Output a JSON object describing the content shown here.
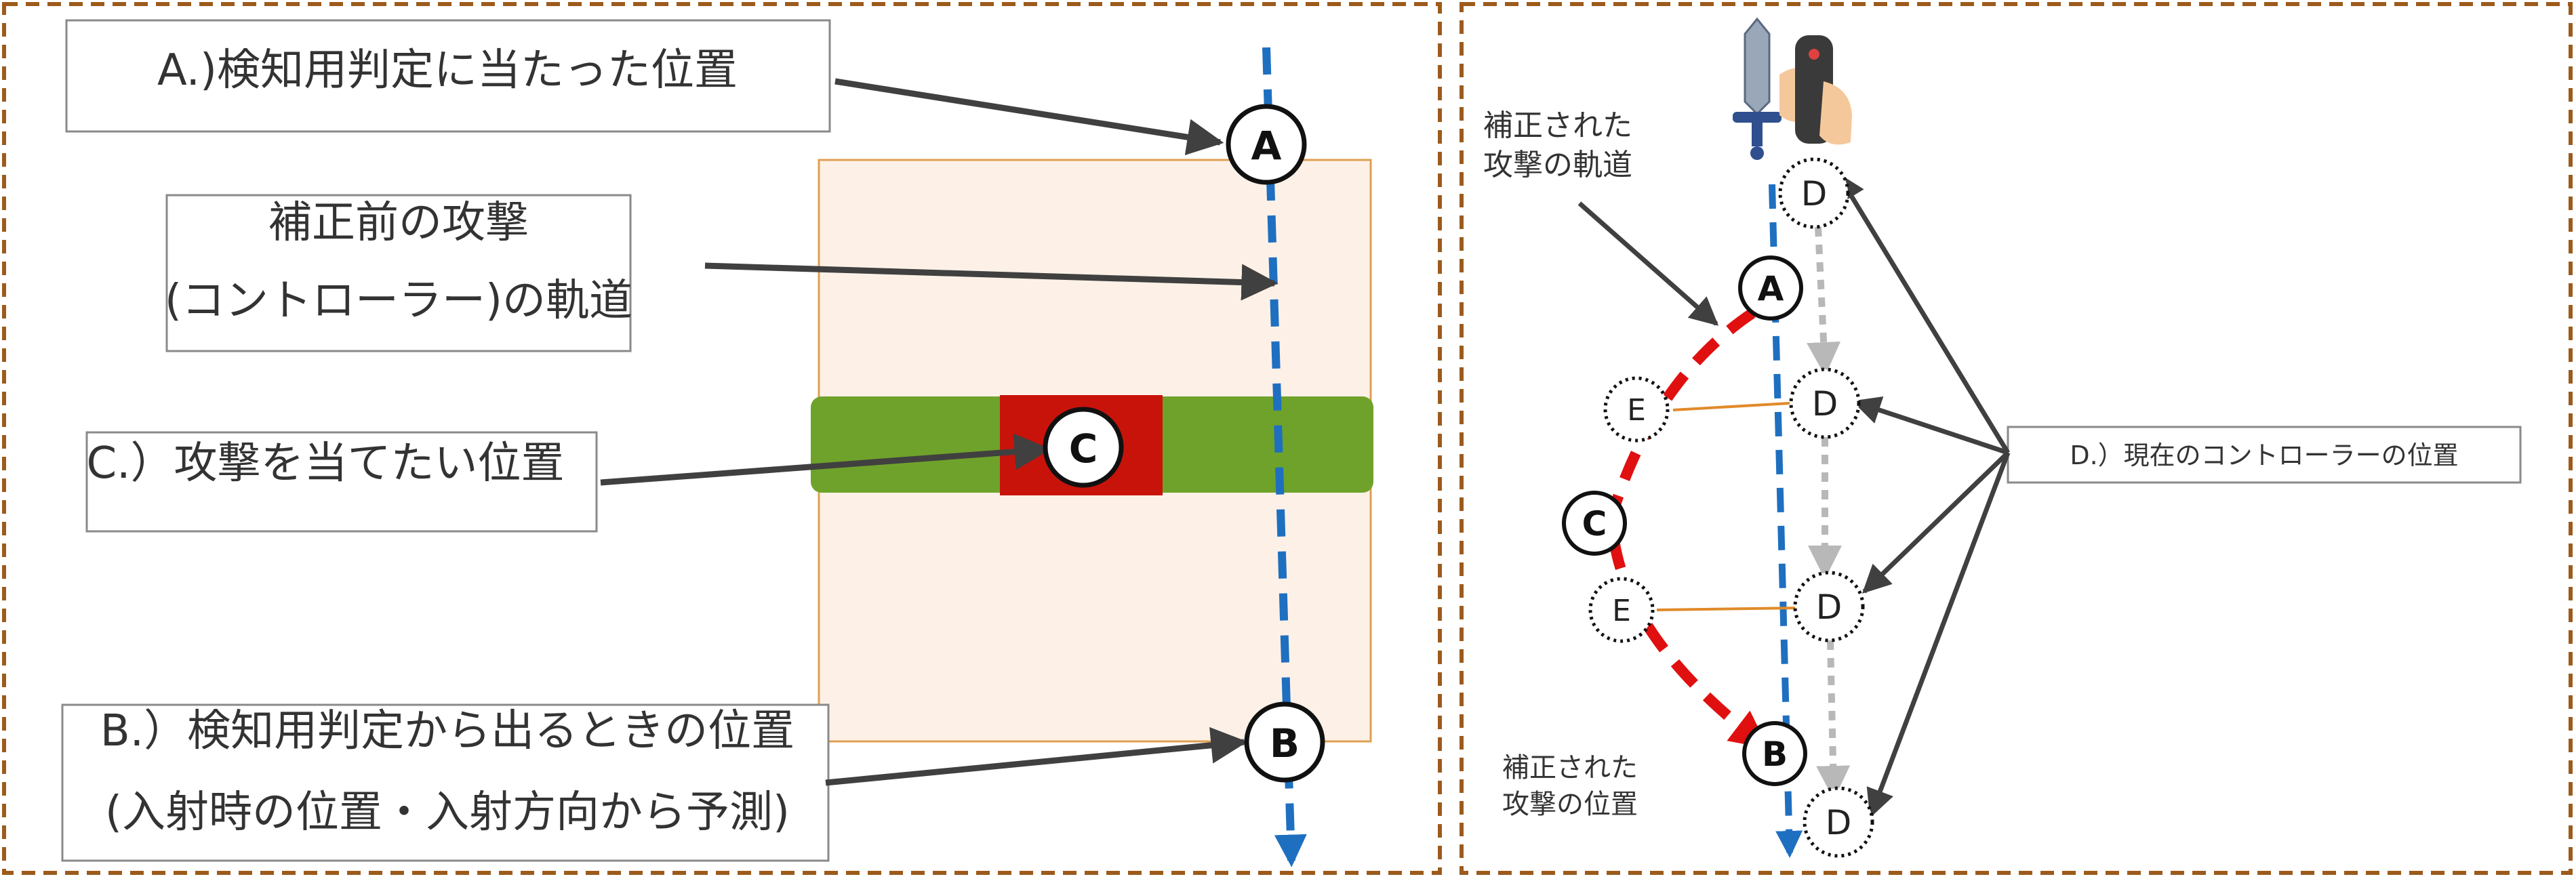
{
  "left_panel": {
    "label_a": "A.)検知用判定に当たった位置",
    "label_orig_line1": "補正前の攻撃",
    "label_orig_line2": "(コントローラー)の軌道",
    "label_c": "C.）攻撃を当てたい位置",
    "label_b_line1": "B.）検知用判定から出るときの位置",
    "label_b_line2": "(入射時の位置・入射方向から予測)",
    "marker_a": "A",
    "marker_b": "B",
    "marker_c": "C"
  },
  "right_panel": {
    "corrected_traj_line1": "補正された",
    "corrected_traj_line2": "攻撃の軌道",
    "corrected_pos_line1": "補正された",
    "corrected_pos_line2": "攻撃の位置",
    "label_d": "D.）現在のコントローラーの位置",
    "marker_a": "A",
    "marker_b": "B",
    "marker_c": "C",
    "marker_d": "D",
    "marker_e": "E"
  },
  "colors": {
    "frame_border": "#9C5B1C",
    "trajectory_blue": "#1F6FC0",
    "corrected_red": "#E01010",
    "zone_fill": "#FDF1E7",
    "zone_border": "#E0A050",
    "target_green": "#6FA22A",
    "target_red": "#C8130B",
    "arrow_gray": "#404040",
    "controller_path_gray": "#B8B8B8",
    "link_orange": "#E08A2A"
  }
}
